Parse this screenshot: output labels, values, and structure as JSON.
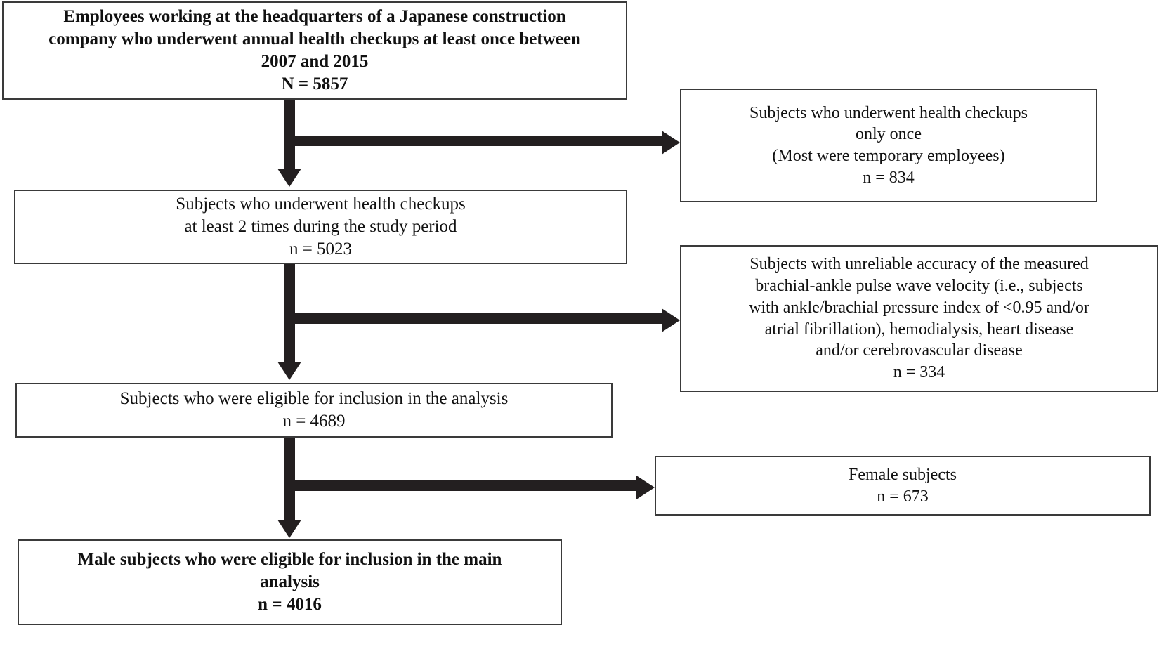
{
  "diagram": {
    "type": "flowchart",
    "title": "Study participant selection flow diagram",
    "accent_color": "#231f20",
    "box_border_color": "#3a3a3a",
    "background_color": "#ffffff"
  },
  "nodes": {
    "source": {
      "name": "source-population",
      "emphasis": "bold",
      "lines": [
        "Employees working at the headquarters of a Japanese construction",
        "company who underwent annual health checkups at least once between",
        "2007 and 2015",
        "N = 5857"
      ],
      "count_label": "N = 5857",
      "count_value": 5857
    },
    "twice": {
      "name": "checkups-at-least-twice",
      "emphasis": "normal",
      "lines": [
        "Subjects who underwent health checkups",
        "at least 2 times during the study period",
        "n = 5023"
      ],
      "count_label": "n = 5023",
      "count_value": 5023
    },
    "eligible": {
      "name": "eligible-for-analysis",
      "emphasis": "normal",
      "lines": [
        "Subjects who were eligible for inclusion in the analysis",
        "n = 4689"
      ],
      "count_label": "n = 4689",
      "count_value": 4689
    },
    "male": {
      "name": "male-eligible-main-analysis",
      "emphasis": "bold",
      "lines": [
        "Male subjects who were eligible for inclusion in the main",
        "analysis",
        "n = 4016"
      ],
      "count_label": "n = 4016",
      "count_value": 4016
    },
    "once": {
      "name": "excluded-single-checkup",
      "emphasis": "normal",
      "lines": [
        "Subjects who underwent health checkups",
        "only once",
        "(Most were temporary employees)",
        "n = 834"
      ],
      "count_label": "n = 834",
      "count_value": 834
    },
    "unreliable": {
      "name": "excluded-unreliable-measurement",
      "emphasis": "normal",
      "lines": [
        "Subjects with unreliable accuracy of the measured",
        "brachial-ankle pulse wave velocity (i.e., subjects",
        "with ankle/brachial pressure index of <0.95 and/or",
        "atrial fibrillation),  hemodialysis, heart disease",
        "and/or cerebrovascular disease",
        "n = 334"
      ],
      "count_label": "n = 334",
      "count_value": 334
    },
    "female": {
      "name": "excluded-female-subjects",
      "emphasis": "normal",
      "lines": [
        "Female subjects",
        "n = 673"
      ],
      "count_label": "n = 673",
      "count_value": 673
    }
  },
  "connectors": [
    {
      "id": "branch-1",
      "from": "source",
      "to_down": "twice",
      "to_right": "once"
    },
    {
      "id": "branch-2",
      "from": "twice",
      "to_down": "eligible",
      "to_right": "unreliable"
    },
    {
      "id": "branch-3",
      "from": "eligible",
      "to_down": "male",
      "to_right": "female"
    }
  ]
}
